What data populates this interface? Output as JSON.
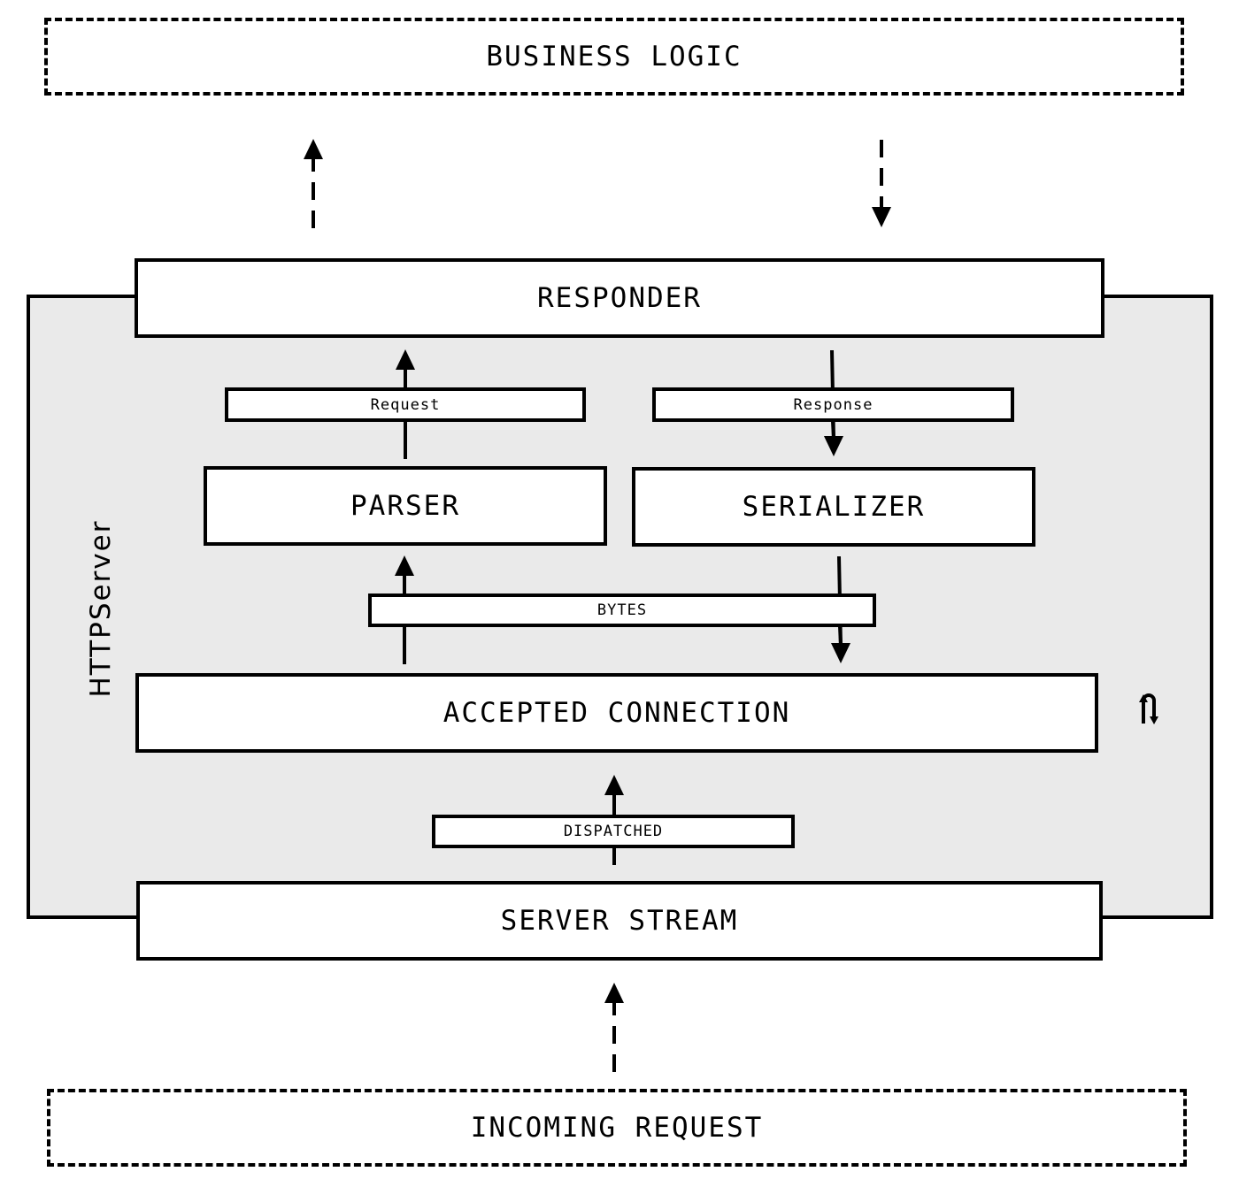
{
  "diagram": {
    "business_logic": "BUSINESS LOGIC",
    "responder": "RESPONDER",
    "request_label": "Request",
    "response_label": "Response",
    "parser": "PARSER",
    "serializer": "SERIALIZER",
    "bytes_label": "BYTES",
    "accepted_connection": "ACCEPTED CONNECTION",
    "dispatched_label": "DISPATCHED",
    "server_stream": "SERVER STREAM",
    "incoming_request": "INCOMING REQUEST",
    "server_container_label": "HTTPServer",
    "loop_icon": "cycle-arrows-icon"
  },
  "colors": {
    "server_background": "#eaeaea",
    "box_background": "#ffffff",
    "stroke": "#000000"
  }
}
